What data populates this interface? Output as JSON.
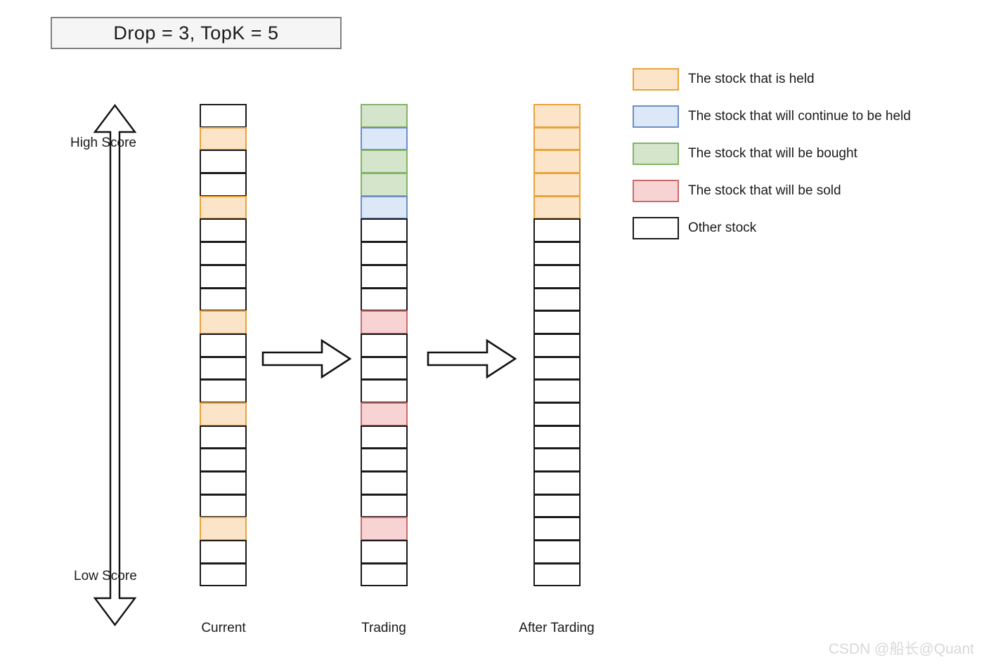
{
  "title": {
    "text": "Drop = 3, TopK = 5"
  },
  "axis": {
    "high_label": "High Score",
    "low_label": "Low Score"
  },
  "colors": {
    "held_fill": "#fce4c8",
    "held_border": "#e8a33d",
    "continue_held_fill": "#dce8f8",
    "continue_held_border": "#6b8fc4",
    "buy_fill": "#d4e5cc",
    "buy_border": "#82b366",
    "sell_fill": "#f8d3d3",
    "sell_border": "#c96b6b",
    "other_fill": "#ffffff",
    "other_border": "#1a1a1a",
    "title_box_fill": "#f5f5f5",
    "title_box_border": "#808080"
  },
  "columns": [
    {
      "id": "current",
      "label": "Current",
      "row_count": 21,
      "cells": [
        "other",
        "held",
        "other",
        "other",
        "held",
        "other",
        "other",
        "other",
        "other",
        "held",
        "other",
        "other",
        "other",
        "held",
        "other",
        "other",
        "other",
        "other",
        "held",
        "other",
        "other"
      ]
    },
    {
      "id": "trading",
      "label": "Trading",
      "row_count": 21,
      "cells": [
        "buy",
        "continue-held",
        "buy",
        "buy",
        "continue-held",
        "other",
        "other",
        "other",
        "other",
        "sell",
        "other",
        "other",
        "other",
        "sell",
        "other",
        "other",
        "other",
        "other",
        "sell",
        "other",
        "other"
      ]
    },
    {
      "id": "after",
      "label": "After Tarding",
      "row_count": 21,
      "cells": [
        "held",
        "held",
        "held",
        "held",
        "held",
        "other",
        "other",
        "other",
        "other",
        "other",
        "other",
        "other",
        "other",
        "other",
        "other",
        "other",
        "other",
        "other",
        "other",
        "other",
        "other"
      ]
    }
  ],
  "legend": {
    "items": [
      {
        "swatch": "held",
        "label": "The stock that is held"
      },
      {
        "swatch": "continue-held",
        "label": "The stock that will continue to be held"
      },
      {
        "swatch": "buy",
        "label": "The stock that will be bought"
      },
      {
        "swatch": "sell",
        "label": "The stock that will be sold"
      },
      {
        "swatch": "other",
        "label": "Other stock"
      }
    ]
  },
  "flow_arrows": [
    {
      "id": "current-to-trading",
      "direction": "right"
    },
    {
      "id": "trading-to-after",
      "direction": "right"
    }
  ],
  "watermark": {
    "text": "CSDN @船长@Quant"
  }
}
